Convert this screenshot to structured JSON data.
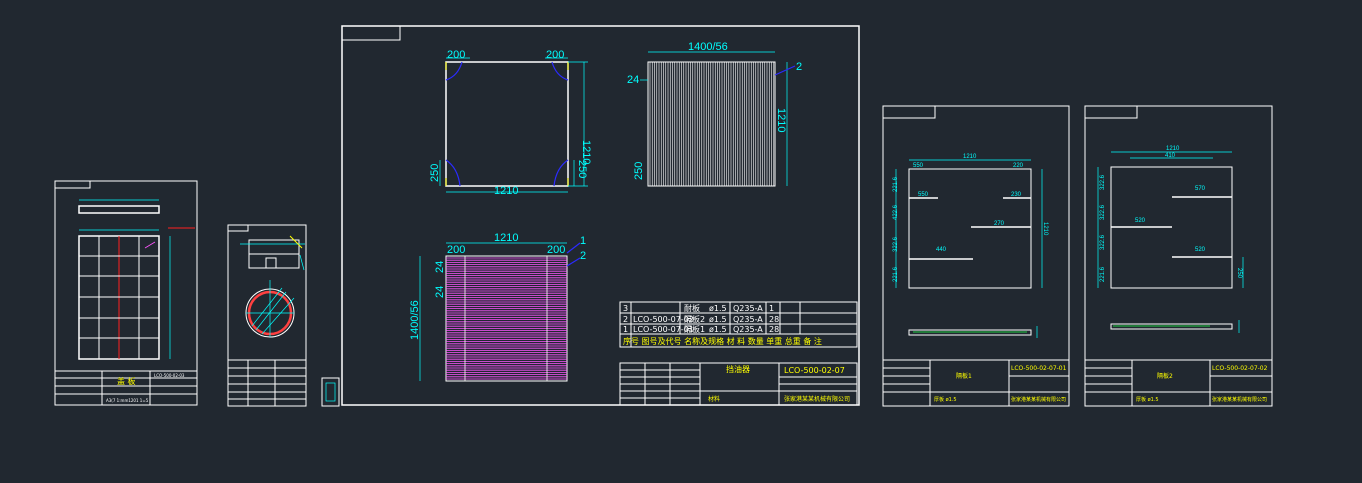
{
  "colors": {
    "background": "#212830",
    "frame": "#ffffff",
    "dimension": "#00ffff",
    "arc": "#2b2bff",
    "highlight": "#ff55ff",
    "title_text": "#ffff00"
  },
  "main_sheet": {
    "top_left_plate": {
      "dim_left_top": "200",
      "dim_right_top": "200",
      "dim_right": "1210",
      "dim_left_bottom": "250",
      "dim_right_bottom": "250",
      "dim_bottom": "1210"
    },
    "top_right_plate": {
      "dim_top": "1400/56",
      "dim_left_top": "24",
      "dim_right": "1210",
      "dim_left_bottom": "250",
      "callout": "2"
    },
    "bottom_plate": {
      "dim_top": "1210",
      "dim_left_top": "200",
      "dim_right_top": "200",
      "dim_side_a": "24",
      "dim_side_b": "24",
      "dim_left": "1400/56",
      "callout_1": "1",
      "callout_2": "2"
    },
    "parts_list": [
      {
        "no": "3",
        "code": "",
        "name": "耐板",
        "spec": "ø1.5",
        "material": "Q235-A",
        "qty": "1"
      },
      {
        "no": "2",
        "code": "LCO-500-07-02",
        "name": "隔板2",
        "spec": "ø1.5",
        "material": "Q235-A",
        "qty": "28"
      },
      {
        "no": "1",
        "code": "LCO-500-07-01",
        "name": "隔板1",
        "spec": "ø1.5",
        "material": "Q235-A",
        "qty": "28"
      }
    ],
    "parts_header": "序号 图号及代号 名称及规格 材 料 数量 单重 总重 备 注",
    "title_name": "挡油器",
    "drawing_no": "LCO-500-02-07",
    "company": "张家港某某机械有限公司",
    "material_note": "材料"
  },
  "sheet_a": {
    "drawing_no": "LCO-500-02-07-01",
    "part_name": "隔板1",
    "material": "厚板 ø1.5",
    "company": "张家港某某机械有限公司",
    "dims": {
      "top": "1210",
      "tl": "550",
      "tr": "220",
      "m1": "230",
      "m2": "550",
      "m3": "270",
      "m4": "440",
      "right": "1210",
      "l1": "221.6",
      "l2": "422.6",
      "l3": "322.6",
      "l4": "221.6"
    }
  },
  "sheet_b": {
    "drawing_no": "LCO-500-02-07-02",
    "part_name": "隔板2",
    "material": "厚板 ø1.5",
    "company": "张家港某某机械有限公司",
    "dims": {
      "top": "1210",
      "top2": "410",
      "m1": "570",
      "m2": "520",
      "m3": "520",
      "right": "250",
      "l1": "322.6",
      "l2": "322.6",
      "l3": "322.6",
      "l4": "221.6"
    }
  },
  "sheet_left": {
    "title": "盖 板",
    "drawing_no": "LCO-500-02-03",
    "note": "A3(7 1:mm1201 1=5"
  }
}
